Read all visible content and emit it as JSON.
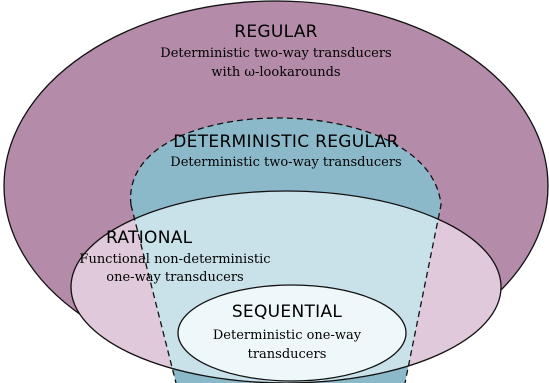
{
  "regions": {
    "regular": {
      "title": "REGULAR",
      "desc_line1": "Deterministic two-way transducers",
      "desc_line2": "with ω-lookarounds"
    },
    "deterministic_regular": {
      "title": "DETERMINISTIC REGULAR",
      "desc_line1": "Deterministic two-way transducers"
    },
    "rational": {
      "title": "RATIONAL",
      "desc_line1": "Functional non-deterministic",
      "desc_line2": "one-way transducers"
    },
    "sequential": {
      "title": "SEQUENTIAL",
      "desc_line1": "Deterministic one-way",
      "desc_line2": "transducers"
    }
  },
  "colors": {
    "regular_fill": "#b48ba8",
    "deterministic_regular_fill": "#8cb9c9",
    "rational_fill": "#dfc9da",
    "rational_det_overlap_fill": "#c9e2ea",
    "sequential_fill": "#eef7f9",
    "stroke": "#111111"
  }
}
